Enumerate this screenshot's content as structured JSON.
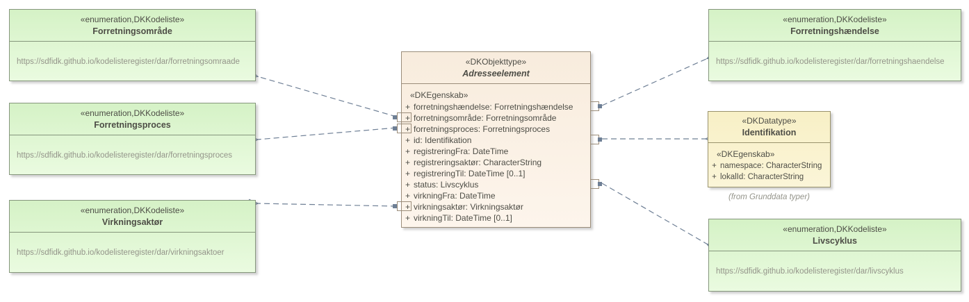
{
  "colors": {
    "enum-fill-top": "#d5f2c6",
    "enum-fill-bottom": "#eafbe0",
    "enum-border": "#85967c",
    "class-fill-top": "#f8ecdd",
    "class-fill-bottom": "#fdf5ec",
    "class-border": "#9b8d7a",
    "datatype-fill-top": "#f8f0c6",
    "datatype-fill-bottom": "#fbf5d8",
    "datatype-border": "#99926c",
    "connector": "#6e7f95",
    "text": "#4d4d46",
    "muted-text": "#94948a"
  },
  "boxes": {
    "forretningsomraade": {
      "stereotype": "«enumeration,DKKodeliste»",
      "name": "Forretningsområde",
      "url": "https://sdfidk.github.io/kodelisteregister/dar/forretningsomraade"
    },
    "forretningsproces": {
      "stereotype": "«enumeration,DKKodeliste»",
      "name": "Forretningsproces",
      "url": "https://sdfidk.github.io/kodelisteregister/dar/forretningsproces"
    },
    "virkningsaktoer": {
      "stereotype": "«enumeration,DKKodeliste»",
      "name": "Virkningsaktør",
      "url": "https://sdfidk.github.io/kodelisteregister/dar/virkningsaktoer"
    },
    "forretningshaendelse": {
      "stereotype": "«enumeration,DKKodeliste»",
      "name": "Forretningshændelse",
      "url": "https://sdfidk.github.io/kodelisteregister/dar/forretningshaendelse"
    },
    "livscyklus": {
      "stereotype": "«enumeration,DKKodeliste»",
      "name": "Livscyklus",
      "url": "https://sdfidk.github.io/kodelisteregister/dar/livscyklus"
    },
    "identifikation": {
      "stereotype": "«DKDatatype»",
      "name": "Identifikation",
      "section_label": "«DKEgenskab»",
      "attributes": [
        {
          "vis": "+",
          "text": "namespace: CharacterString"
        },
        {
          "vis": "+",
          "text": "lokalId: CharacterString"
        }
      ],
      "note": "(from Grunddata typer)"
    },
    "adresseelement": {
      "stereotype": "«DKObjekttype»",
      "name": "Adresseelement",
      "section_label": "«DKEgenskab»",
      "attributes": [
        {
          "vis": "+",
          "text": "forretningshændelse: Forretningshændelse"
        },
        {
          "vis": "+",
          "text": "forretningsområde: Forretningsområde"
        },
        {
          "vis": "+",
          "text": "forretningsproces: Forretningsproces"
        },
        {
          "vis": "+",
          "text": "id: Identifikation"
        },
        {
          "vis": "+",
          "text": "registreringFra: DateTime"
        },
        {
          "vis": "+",
          "text": "registreringsaktør: CharacterString"
        },
        {
          "vis": "+",
          "text": "registreringTil: DateTime [0..1]"
        },
        {
          "vis": "+",
          "text": "status: Livscyklus"
        },
        {
          "vis": "+",
          "text": "virkningFra: DateTime"
        },
        {
          "vis": "+",
          "text": "virkningsaktør: Virkningsaktør"
        },
        {
          "vis": "+",
          "text": "virkningTil: DateTime [0..1]"
        }
      ]
    }
  }
}
